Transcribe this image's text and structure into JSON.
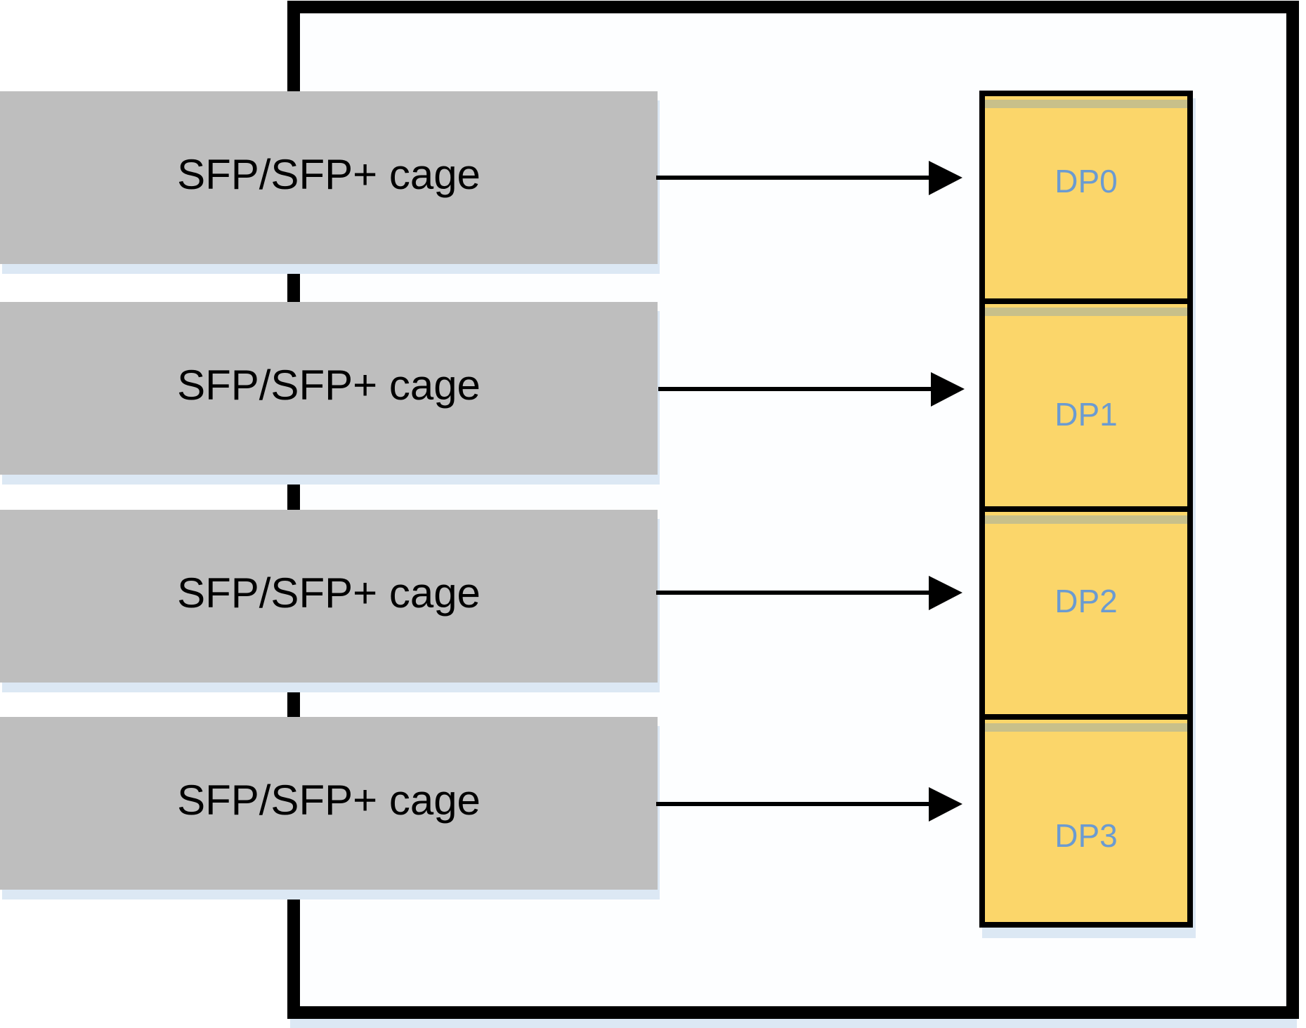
{
  "cages": [
    {
      "label": "SFP/SFP+ cage"
    },
    {
      "label": "SFP/SFP+ cage"
    },
    {
      "label": "SFP/SFP+ cage"
    },
    {
      "label": "SFP/SFP+ cage"
    }
  ],
  "ports": [
    {
      "label": "DP0"
    },
    {
      "label": "DP1"
    },
    {
      "label": "DP2"
    },
    {
      "label": "DP3"
    }
  ],
  "colors": {
    "cage_fill": "#bebebe",
    "cage_shadow": "#dce8f4",
    "port_fill": "#fbd66a",
    "port_top_strip": "#c8c08a",
    "port_text": "#6b9bd1",
    "outline": "#000000",
    "enclosure_fill": "#fdfeff"
  }
}
